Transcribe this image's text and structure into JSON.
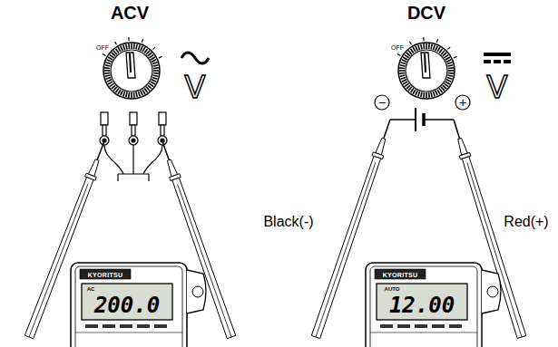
{
  "diagram": {
    "labels": [
      "ACV",
      "DCV",
      "V",
      "V",
      "−",
      "+",
      "Black(-)",
      "Red(+)",
      "KYORITSU",
      "200.0",
      "KYORITSU",
      "12.00",
      "OFF",
      "OFF",
      "AC",
      "AUTO"
    ]
  }
}
